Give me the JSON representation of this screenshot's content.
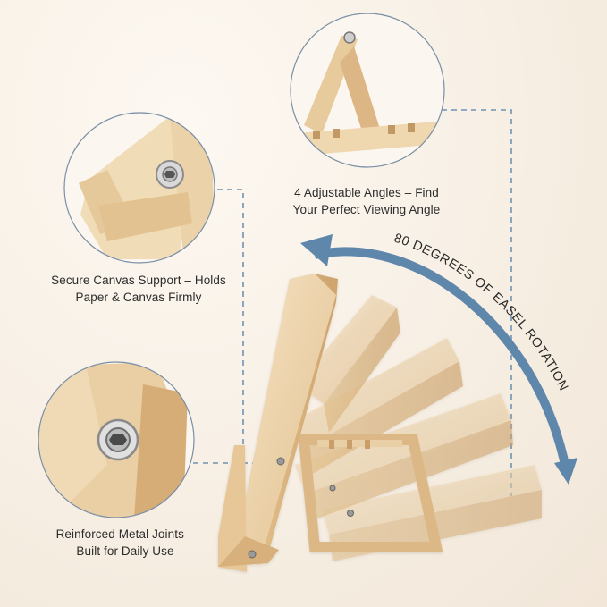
{
  "features": {
    "secure": {
      "line1": "Secure Canvas Support – Holds",
      "line2": "Paper & Canvas Firmly"
    },
    "adjustable": {
      "line1": "4 Adjustable Angles – Find",
      "line2": "Your Perfect Viewing Angle"
    },
    "joints": {
      "line1": "Reinforced Metal Joints –",
      "line2": "Built for Daily Use"
    }
  },
  "rotation_label": "80 DEGREES OF EASEL ROTATION",
  "colors": {
    "background": "#f7efe4",
    "arrow": "#5f87ab",
    "dashed_line": "#6f93b3",
    "wood_light": "#f3dfbf",
    "wood_mid": "#e6c89b",
    "wood_dark": "#cfa775",
    "text": "#2c2c2c"
  },
  "icons": [
    "hex-bolt-icon",
    "curved-arrow-icon"
  ]
}
